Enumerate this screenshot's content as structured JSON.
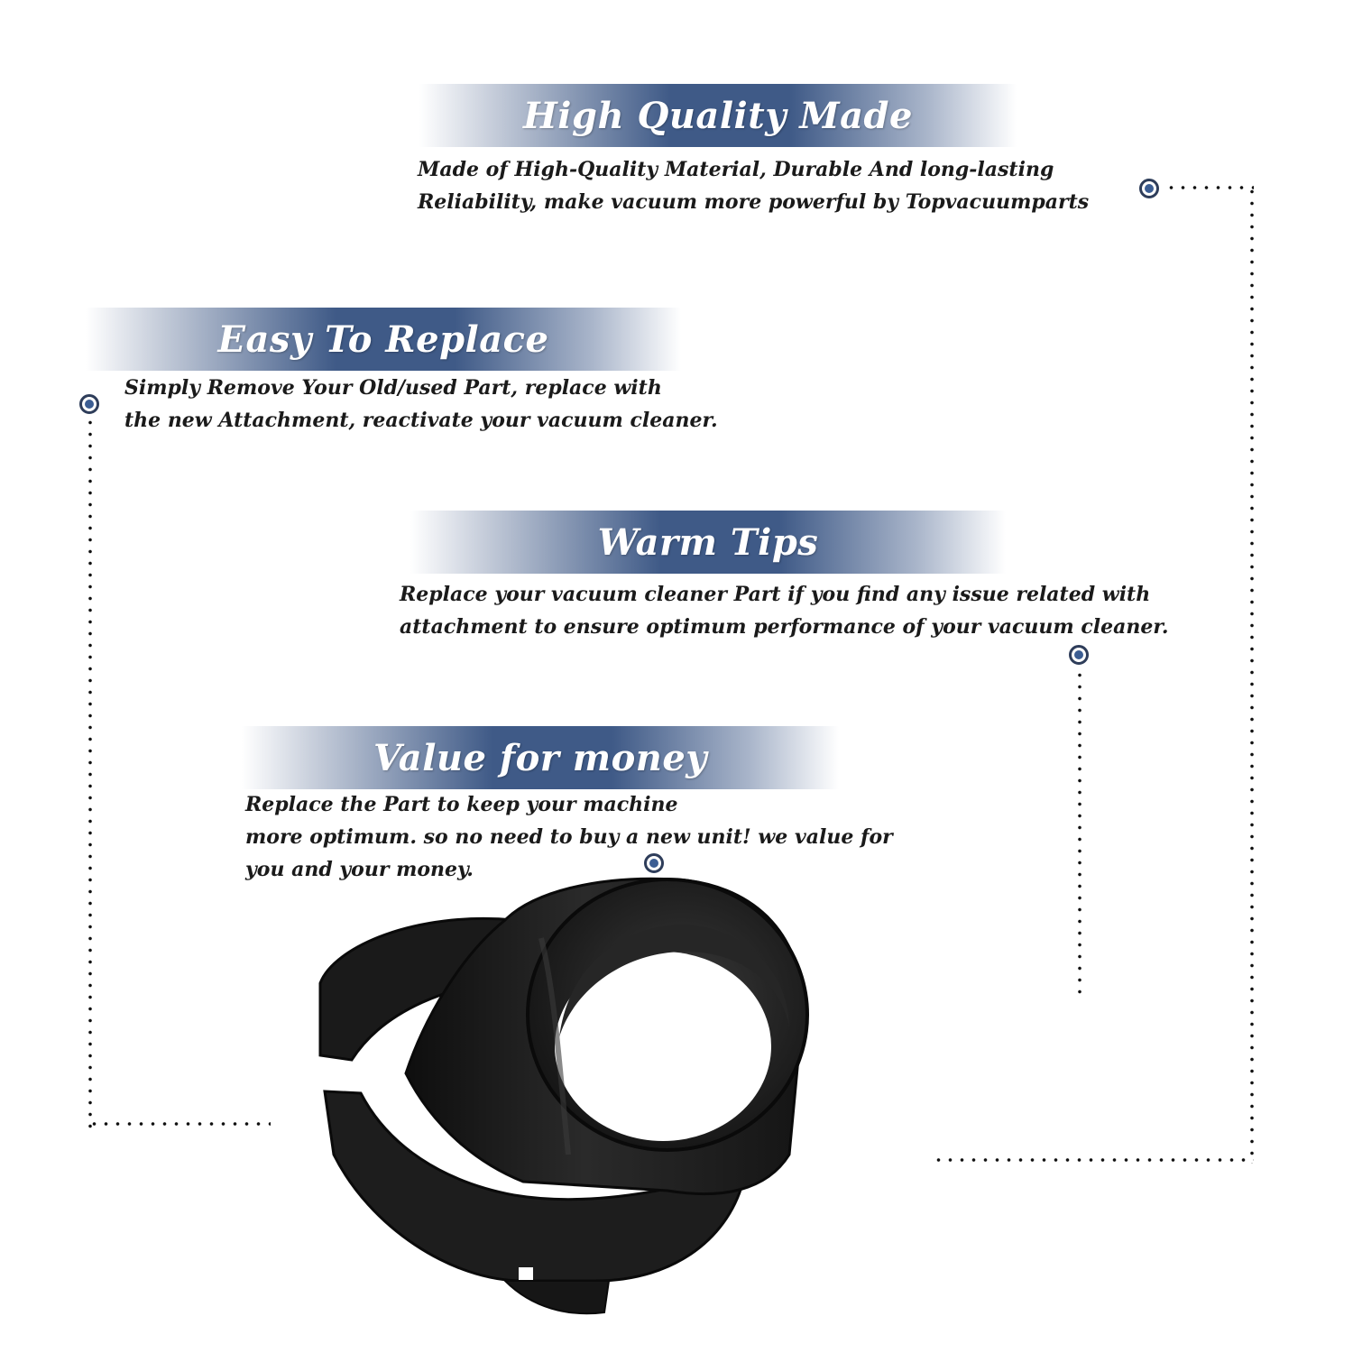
{
  "sections": [
    {
      "title": "High Quality Made",
      "lines": [
        "Made of  High-Quality Material, Durable And long-lasting",
        "Reliability, make vacuum more powerful by Topvacuumparts"
      ]
    },
    {
      "title": "Easy To Replace",
      "lines": [
        "Simply Remove Your Old/used Part, replace with",
        "the new Attachment, reactivate your vacuum cleaner."
      ]
    },
    {
      "title": "Warm Tips",
      "lines": [
        "Replace your vacuum cleaner Part if you find any issue related with",
        " attachment to ensure optimum performance of your vacuum cleaner."
      ]
    },
    {
      "title": "Value for money",
      "lines": [
        "Replace the Part to keep your machine",
        "more optimum. so no need to buy a new unit! we value for",
        "you and your money."
      ]
    }
  ],
  "colors": {
    "banner_accent": "#3f5a87",
    "marker_fill": "#3b5d93",
    "product": "#1f1f1f"
  },
  "product_image": {
    "icon": "flanged-bushing-icon"
  }
}
